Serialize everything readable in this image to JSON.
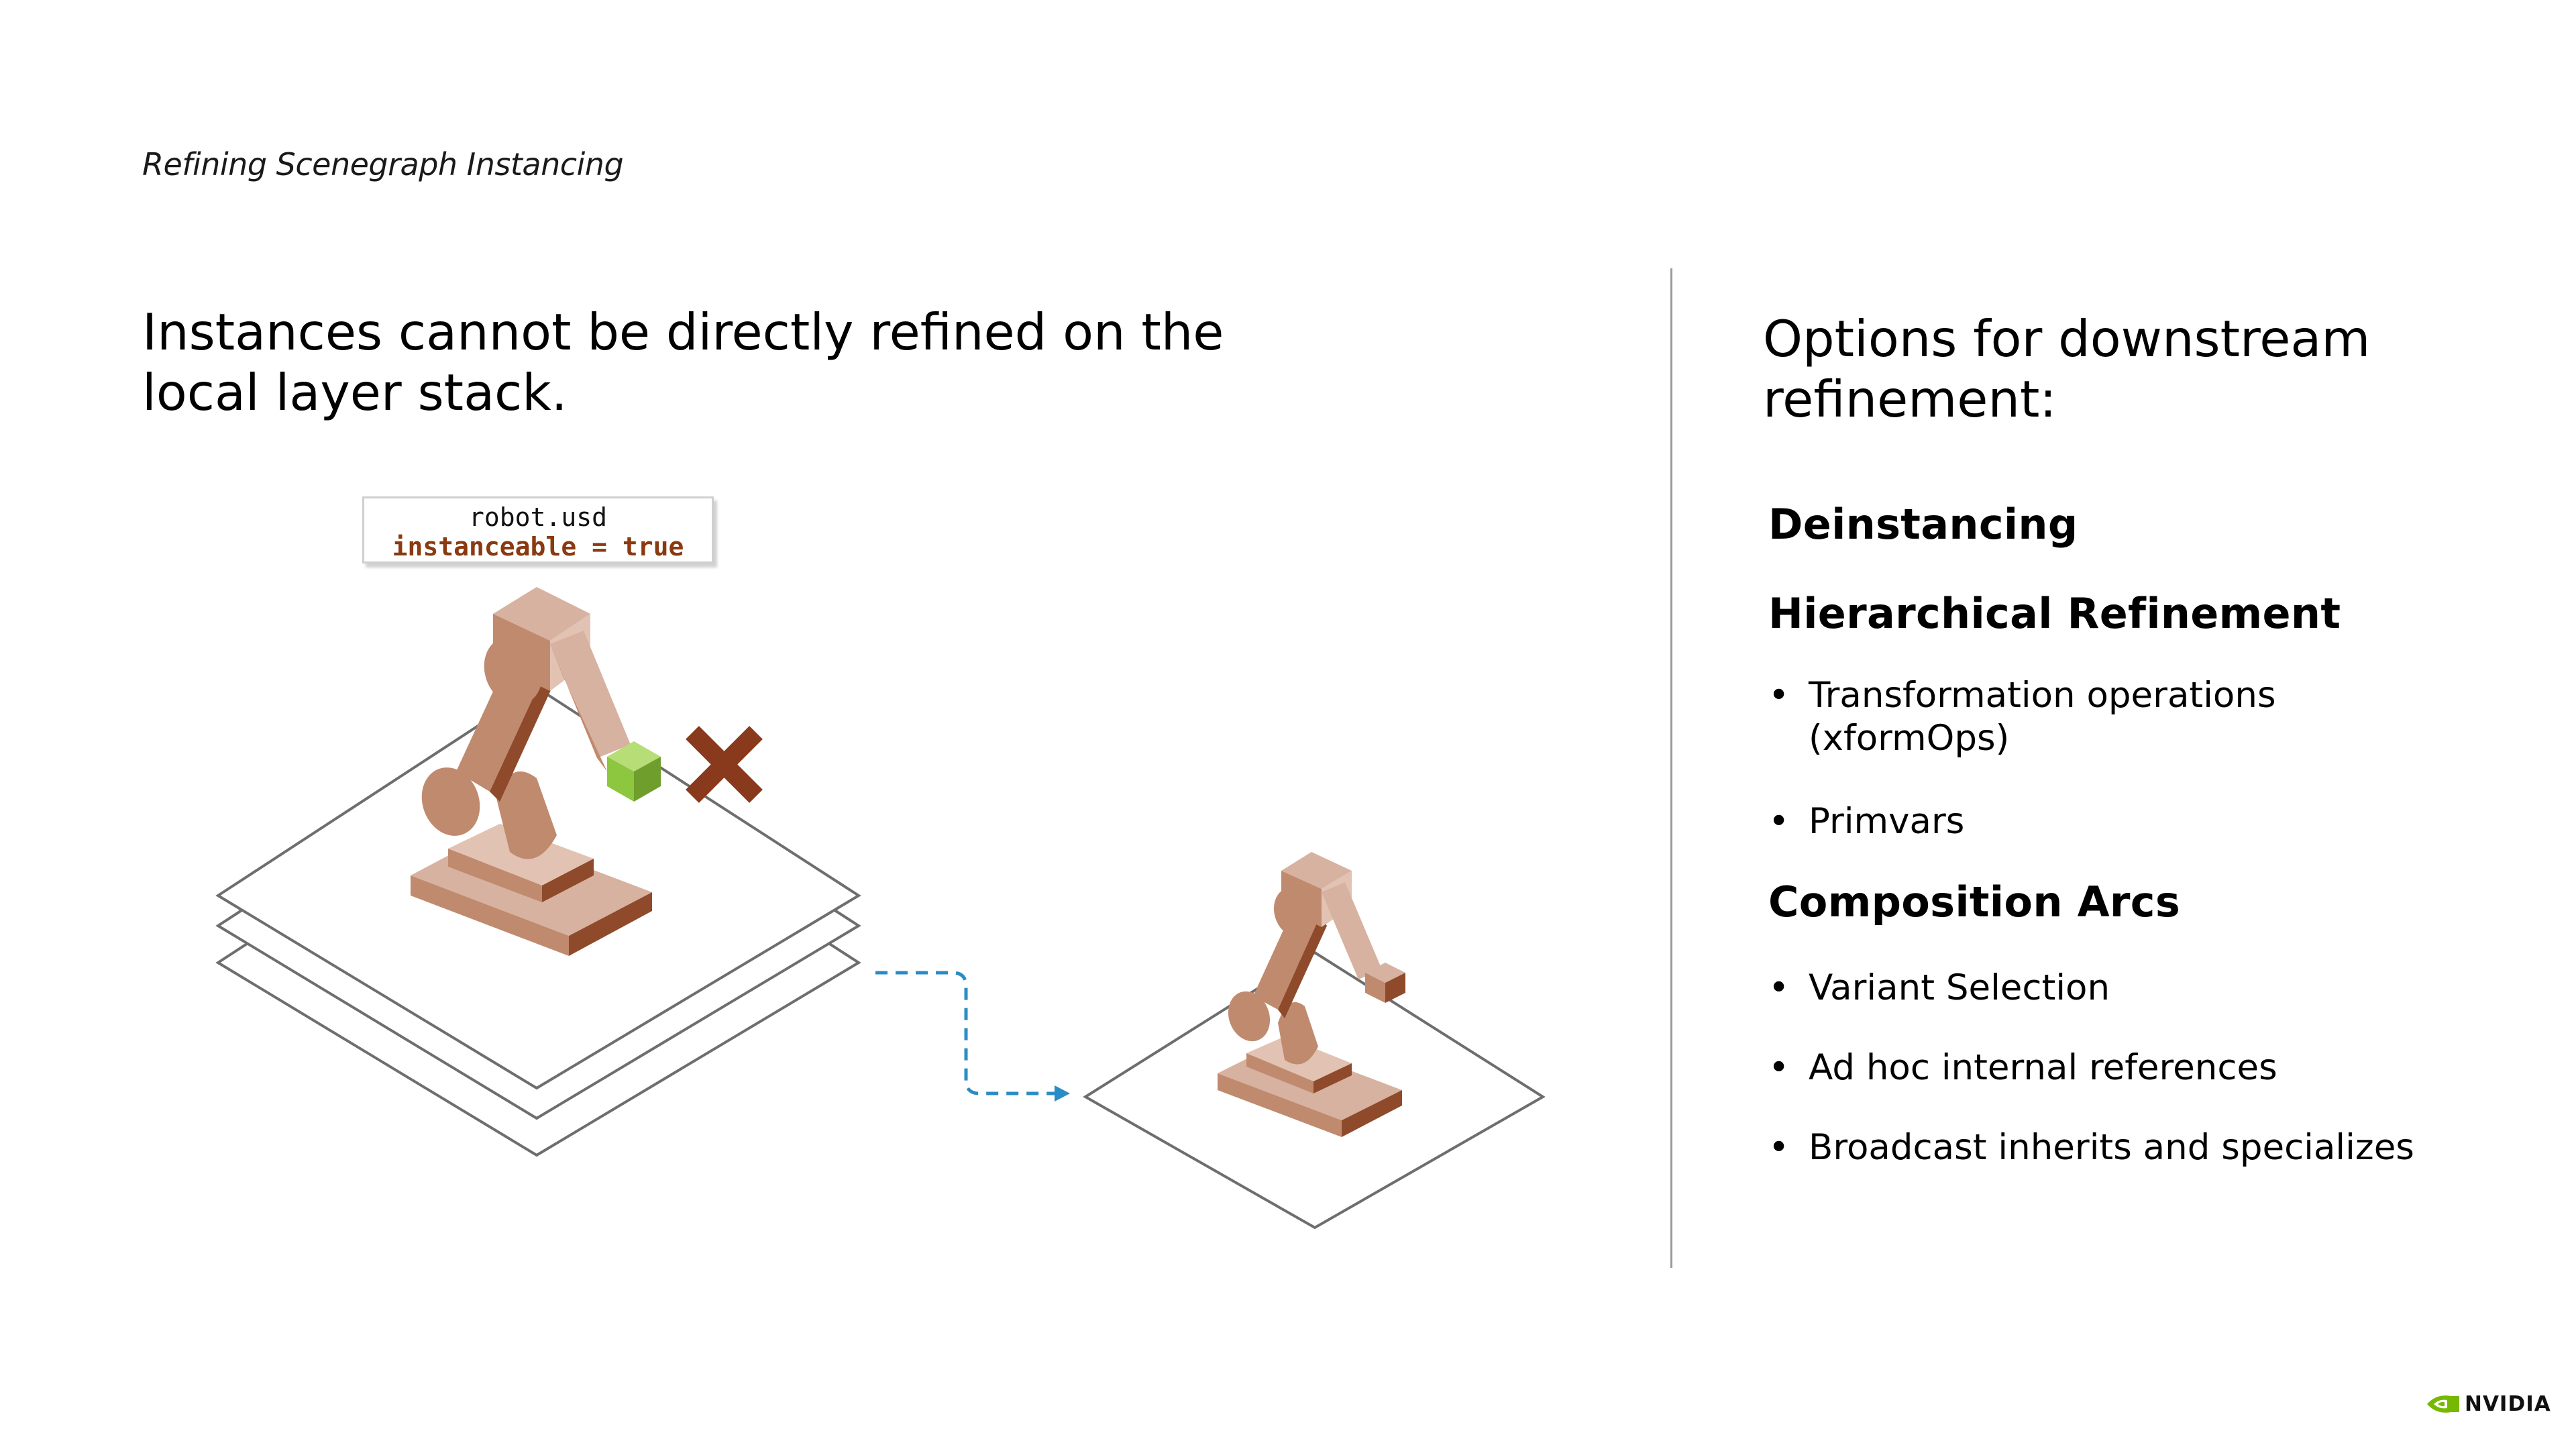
{
  "slide": {
    "breadcrumb": "Refining Scenegraph Instancing",
    "headline": "Instances cannot be directly refined on the local layer stack."
  },
  "label": {
    "file": "robot.usd",
    "flag": "instanceable = true"
  },
  "right": {
    "heading": "Options for downstream refinement:",
    "sections": [
      {
        "title": "Deinstancing"
      },
      {
        "title": "Hierarchical Refinement"
      },
      {
        "title": "Composition Arcs"
      }
    ],
    "hier_items": [
      "Transformation operations (xformOps)",
      "Primvars"
    ],
    "arc_items": [
      "Variant Selection",
      "Ad hoc internal references",
      "Broadcast inherits and specializes"
    ]
  },
  "logo": {
    "text": "NVIDIA"
  },
  "colors": {
    "robot_light": "#d7b2a0",
    "robot_mid": "#c08a6e",
    "robot_dark": "#8e4a2a",
    "cross": "#8a3a1c",
    "cube": "#8dc63f",
    "arrow": "#2a8cc4",
    "nvidia_green": "#76b900"
  },
  "icons": [
    "robot-arm-icon",
    "green-cube-icon",
    "cross-icon",
    "nvidia-logo-icon"
  ]
}
